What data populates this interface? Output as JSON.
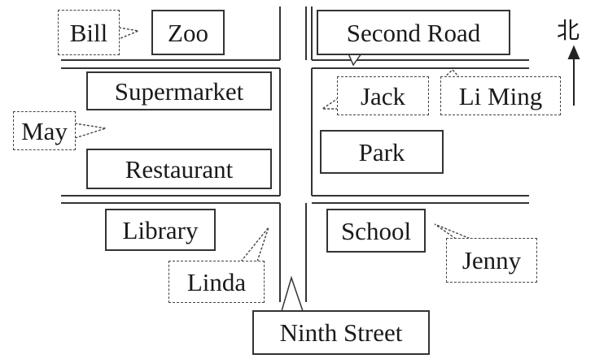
{
  "places": {
    "zoo": "Zoo",
    "second_road": "Second Road",
    "supermarket": "Supermarket",
    "restaurant": "Restaurant",
    "park": "Park",
    "library": "Library",
    "school": "School",
    "ninth_street": "Ninth Street"
  },
  "people": {
    "bill": "Bill",
    "may": "May",
    "jack": "Jack",
    "li_ming": "Li Ming",
    "linda": "Linda",
    "jenny": "Jenny"
  },
  "compass": {
    "north_label": "北",
    "icon": "north-arrow-icon"
  },
  "colors": {
    "ink": "#333333",
    "background": "#ffffff"
  }
}
